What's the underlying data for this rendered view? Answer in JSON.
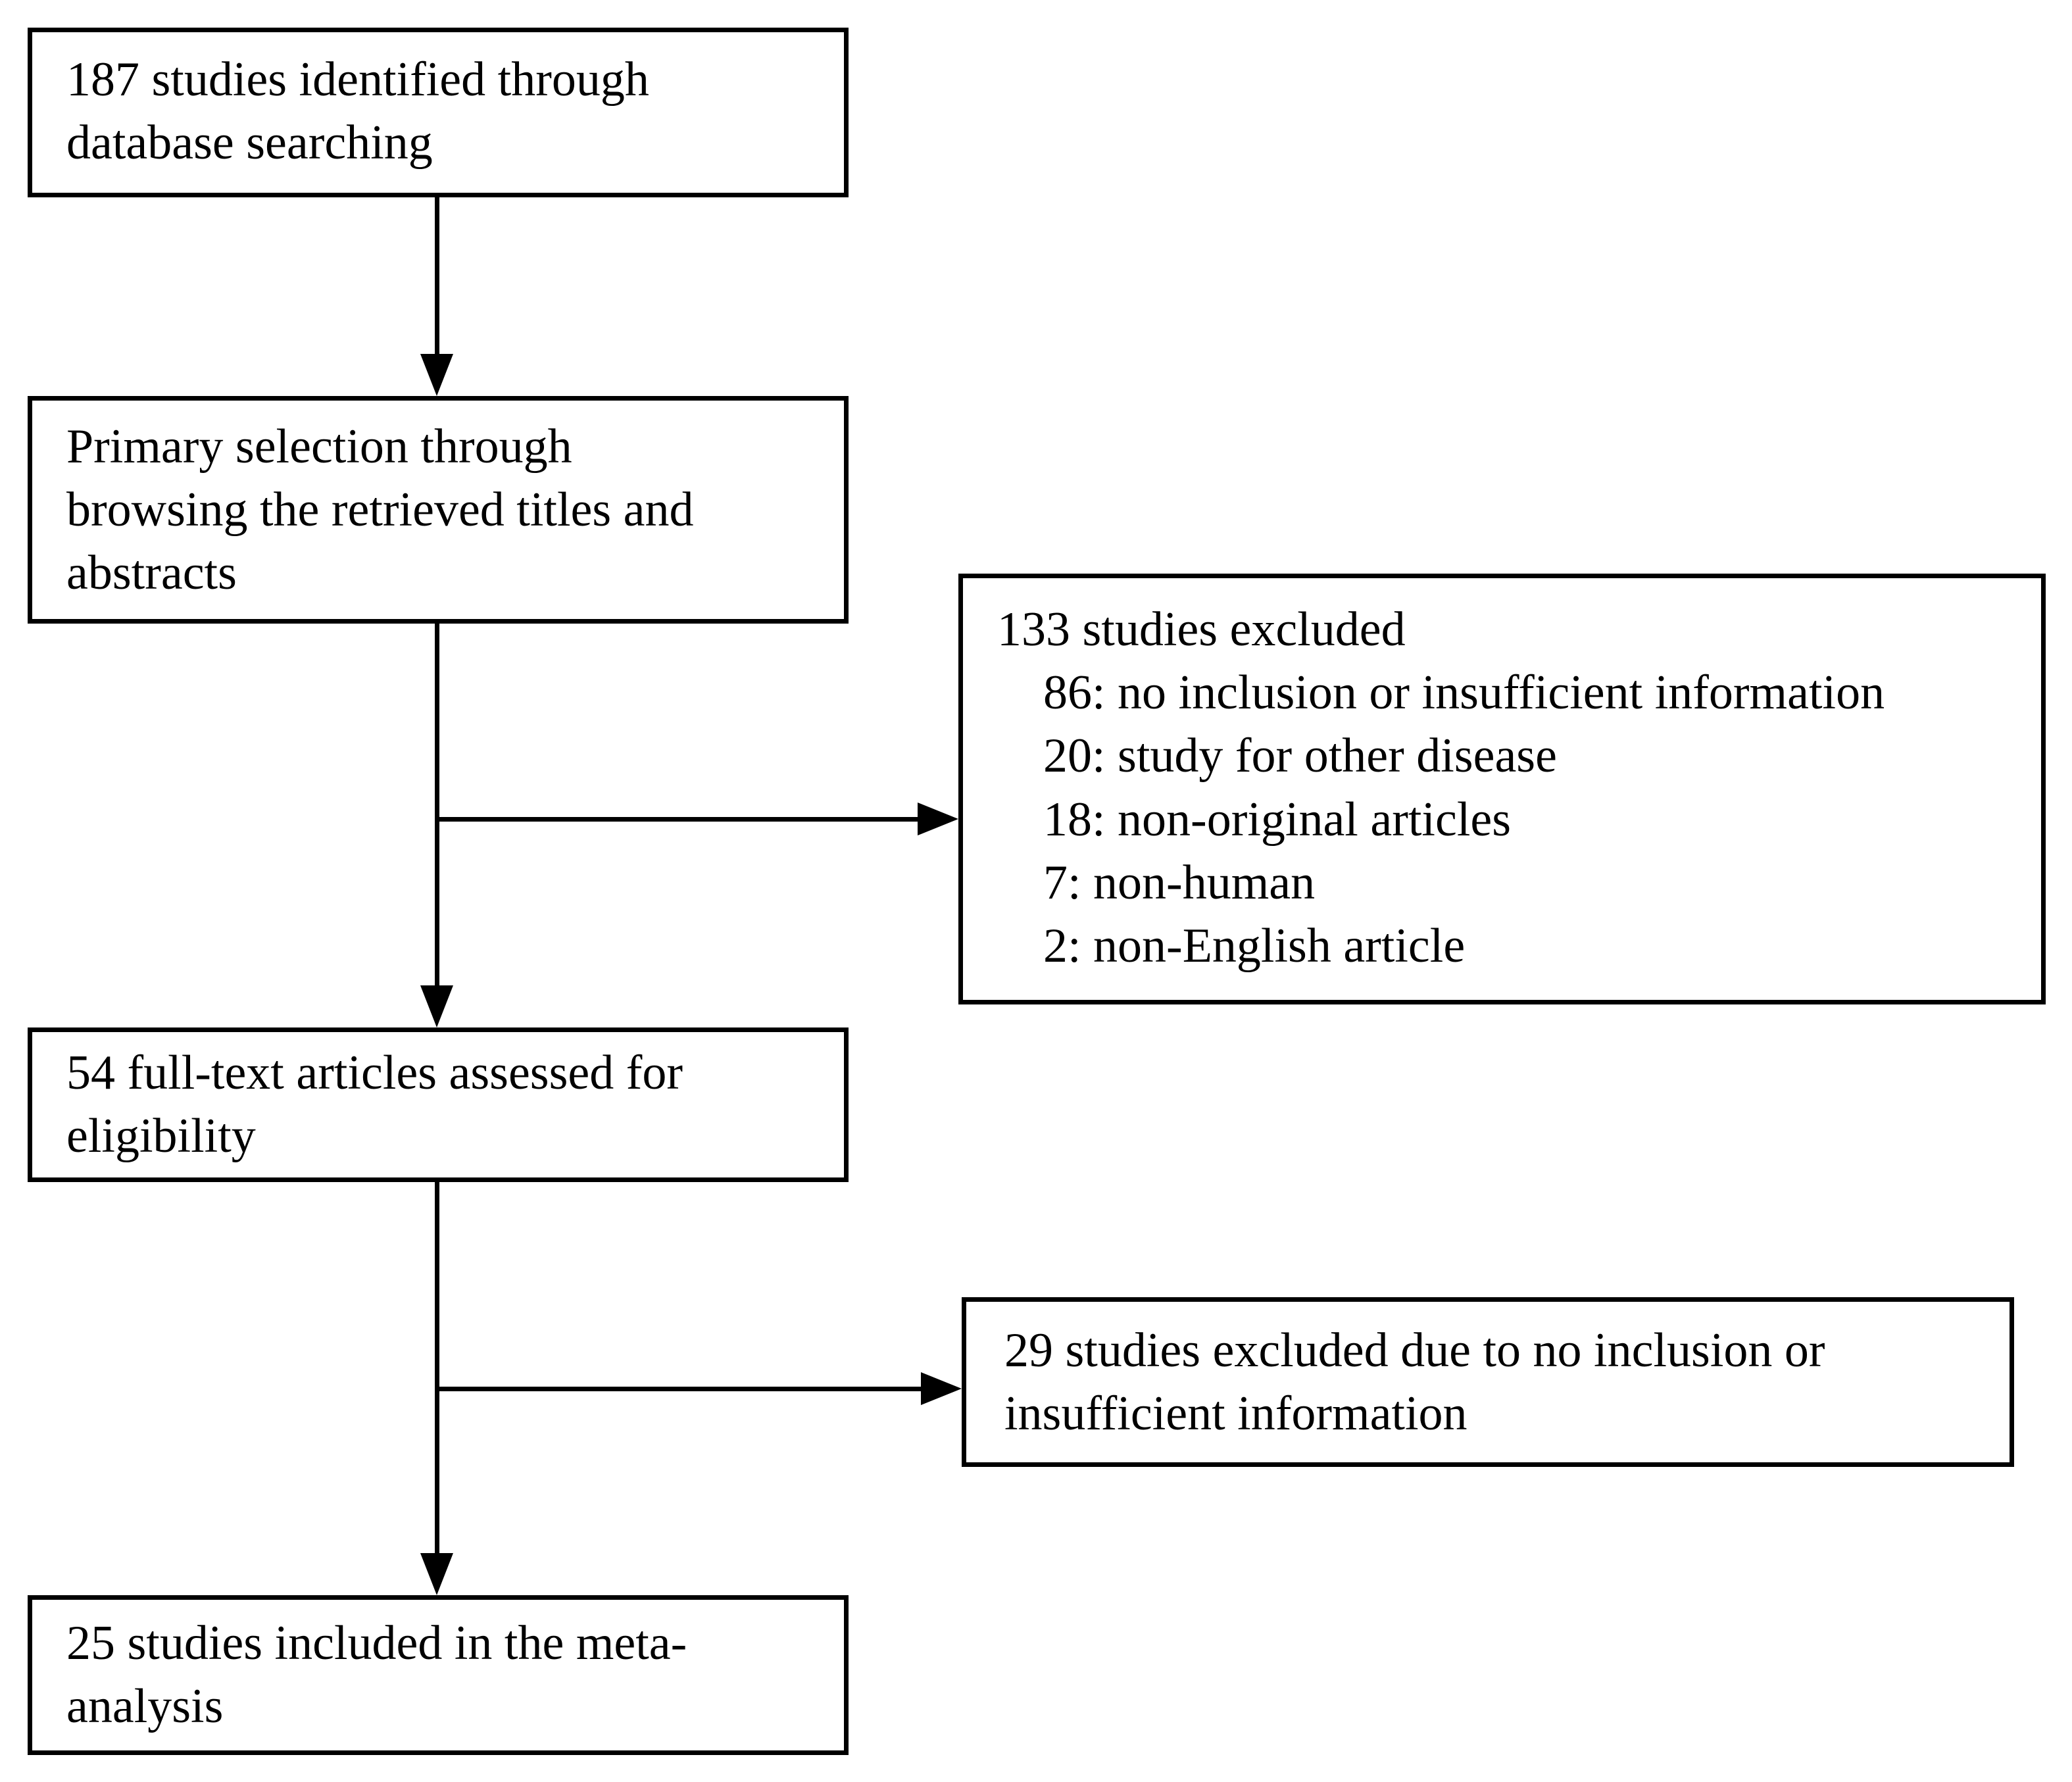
{
  "diagram": {
    "colors": {
      "border": "#000000",
      "background": "#ffffff",
      "text": "#000000"
    },
    "boxes": {
      "identified": {
        "lines": [
          "187 studies identified through",
          "database searching"
        ]
      },
      "primary": {
        "lines": [
          "Primary selection through",
          "browsing the retrieved titles and",
          "abstracts"
        ]
      },
      "excluded1": {
        "title": "133 studies excluded",
        "items": [
          "86: no inclusion or insufficient information",
          "20: study for other disease",
          "18: non-original articles",
          "7: non-human",
          "2: non-English article"
        ]
      },
      "fulltext": {
        "lines": [
          "54 full-text articles assessed for",
          "eligibility"
        ]
      },
      "excluded2": {
        "lines": [
          "29 studies excluded due to no inclusion or",
          "insufficient information"
        ]
      },
      "included": {
        "lines": [
          "25 studies included in the meta-",
          "analysis"
        ]
      }
    }
  }
}
